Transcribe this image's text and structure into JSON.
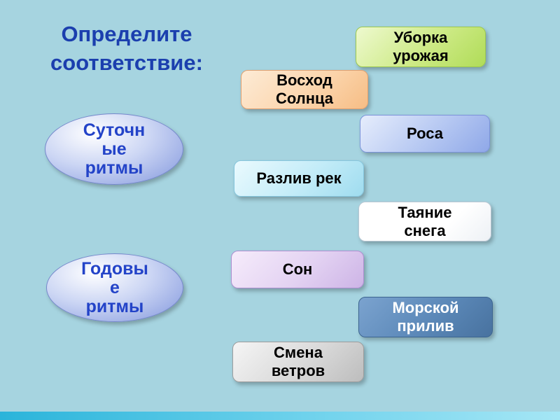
{
  "slide": {
    "title": {
      "line1": "Определите",
      "line2": "соответствие:"
    },
    "ellipses": [
      {
        "name": "daily-rhythms",
        "line1": "Суточн",
        "line2": "ые",
        "line3": "ритмы"
      },
      {
        "name": "annual-rhythms",
        "line1": "Годовы",
        "line2": "е",
        "line3": "ритмы"
      }
    ],
    "boxes": [
      {
        "name": "harvest",
        "line1": "Уборка",
        "line2": "урожая",
        "color": "#c9e97f"
      },
      {
        "name": "sunrise",
        "line1": "Восход",
        "line2": "Солнца",
        "color": "#fbd3a9"
      },
      {
        "name": "dew",
        "line1": "Роса",
        "color": "#aec2f2"
      },
      {
        "name": "river-flood",
        "line1": "Разлив рек",
        "color": "#bfeaf8"
      },
      {
        "name": "snow-melting",
        "line1": "Таяние",
        "line2": "снега",
        "color": "#ffffff"
      },
      {
        "name": "sleep",
        "line1": "Сон",
        "color": "#e3d2f2"
      },
      {
        "name": "sea-tide",
        "line1": "Морской",
        "line2": "прилив",
        "color": "#5b88b8",
        "text_color": "#ffffff"
      },
      {
        "name": "wind-change",
        "line1": "Смена",
        "line2": "ветров",
        "color": "#d9d9d9"
      }
    ],
    "colors": {
      "background": "#a6d4e0",
      "title_text": "#1b3fae",
      "ellipse_text": "#2343c8",
      "bottom_bar": "#2ab4da"
    }
  }
}
